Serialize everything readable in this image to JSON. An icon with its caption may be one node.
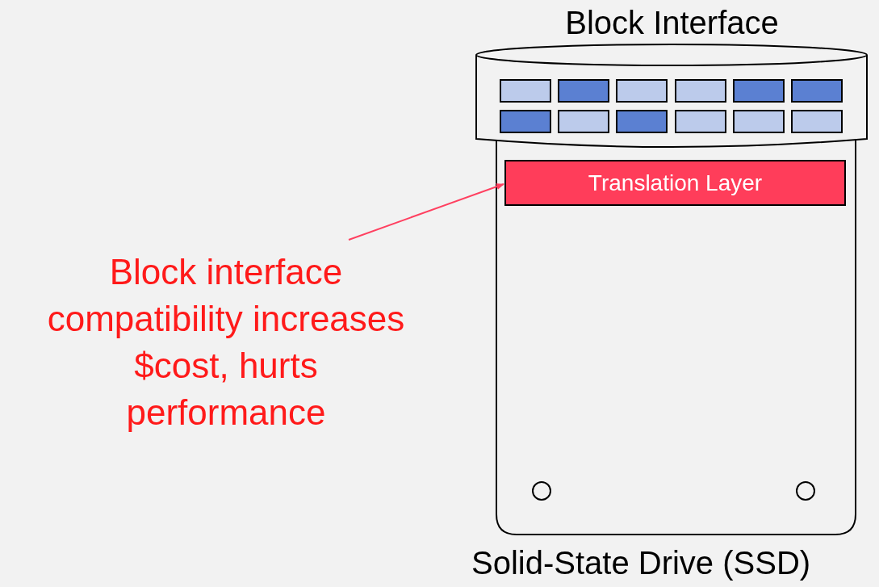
{
  "diagram": {
    "nodes": [
      {
        "text": [
          "Solid-State Drive (SSD)"
        ]
      },
      {
        "text": [
          "Block Interface"
        ]
      },
      {
        "text": [],
        "shape": "box",
        "in": 1
      },
      {
        "text": [],
        "shape": "box",
        "in": 1
      },
      {
        "text": [],
        "shape": "box",
        "in": 1
      },
      {
        "text": [],
        "shape": "box",
        "in": 1
      },
      {
        "text": [],
        "shape": "box",
        "in": 1
      },
      {
        "text": [],
        "shape": "box",
        "in": 1
      },
      {
        "text": [],
        "shape": "box",
        "in": 1
      },
      {
        "text": [],
        "shape": "box",
        "in": 1
      },
      {
        "text": [],
        "shape": "box",
        "in": 1
      },
      {
        "text": [],
        "shape": "box",
        "in": 1
      },
      {
        "text": [],
        "shape": "box",
        "in": 1
      },
      {
        "text": [],
        "shape": "box",
        "in": 1
      },
      {
        "text": [
          "Translation Layer"
        ],
        "in": 0
      },
      {
        "text": [
          "Block interface compatibility increases $cost, hurts performance"
        ]
      },
      {
        "text": [],
        "shape": "circle",
        "in": 0
      },
      {
        "text": [],
        "shape": "circle",
        "in": 0
      }
    ],
    "edges": [
      {
        "from": 15,
        "to": 14,
        "arrow": "to"
      }
    ]
  }
}
